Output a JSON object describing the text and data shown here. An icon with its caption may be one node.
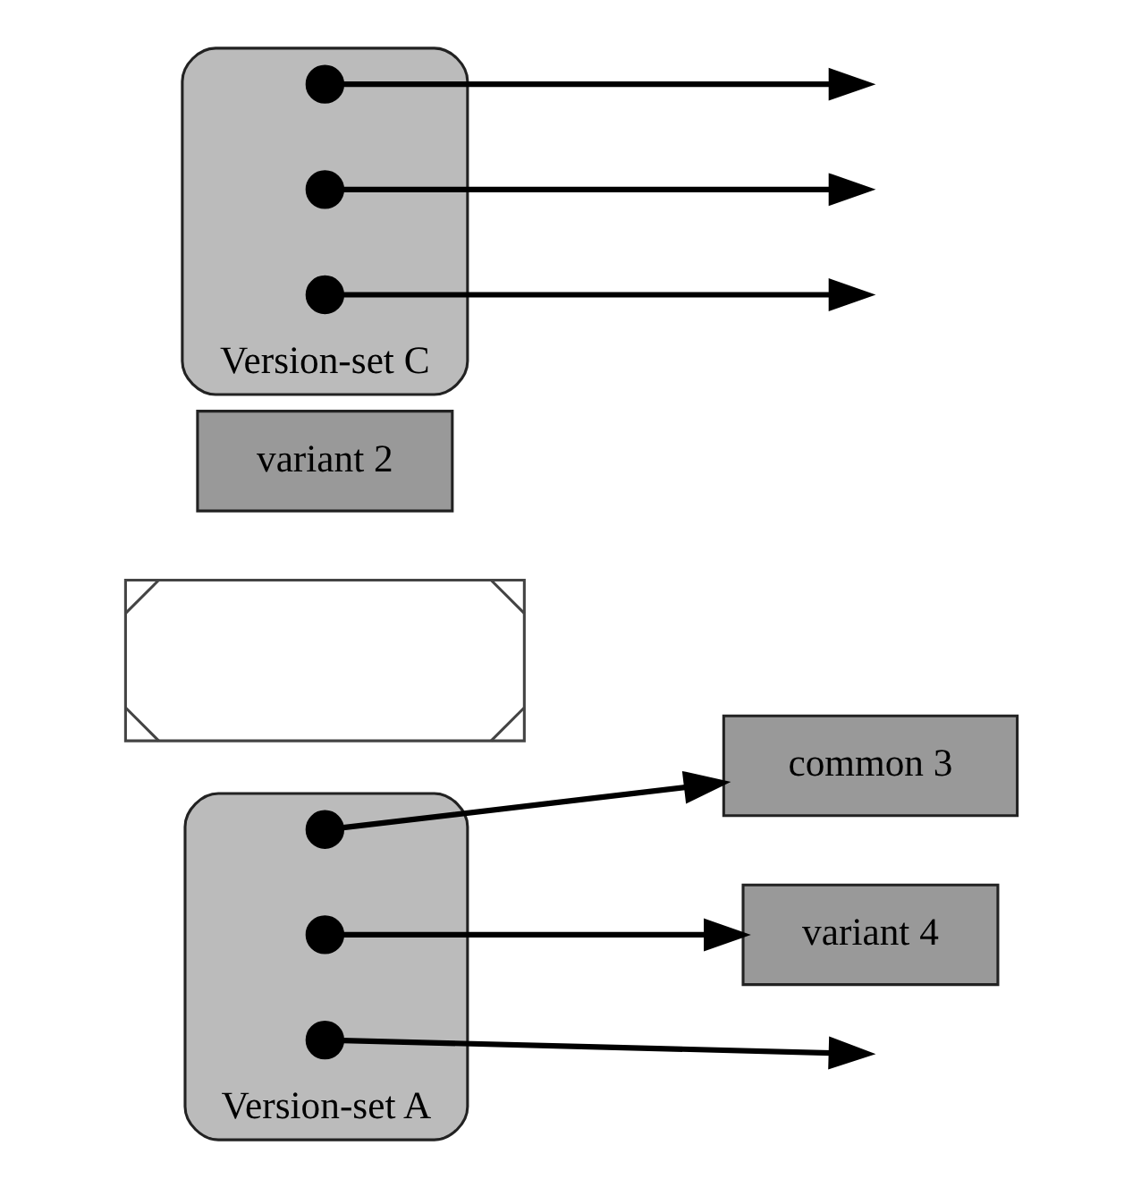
{
  "diagram": {
    "nodes": [
      {
        "text": [
          "Version-set A"
        ]
      },
      {
        "text": [],
        "shape": "circle",
        "in": 0
      },
      {
        "text": [],
        "shape": "circle",
        "in": 0
      },
      {
        "text": [],
        "shape": "circle",
        "in": 0
      },
      {
        "text": [
          "common 3"
        ]
      },
      {
        "text": [
          "variant 4"
        ]
      },
      {
        "text": [],
        "shape": "box"
      },
      {
        "text": [
          "variant 2"
        ]
      },
      {
        "text": [
          "Version-set C"
        ]
      },
      {
        "text": [],
        "shape": "circle",
        "in": 8
      },
      {
        "text": [],
        "shape": "circle",
        "in": 8
      },
      {
        "text": [],
        "shape": "circle",
        "in": 8
      }
    ],
    "edges": [
      {
        "from": 1,
        "to": 4,
        "arrow": "to"
      },
      {
        "from": 2,
        "to": 5,
        "arrow": "to"
      },
      {
        "from": 3,
        "to": null,
        "arrow": "to"
      },
      {
        "from": 9,
        "to": null,
        "arrow": "to"
      },
      {
        "from": 10,
        "to": null,
        "arrow": "to"
      },
      {
        "from": 11,
        "to": null,
        "arrow": "to"
      }
    ]
  }
}
